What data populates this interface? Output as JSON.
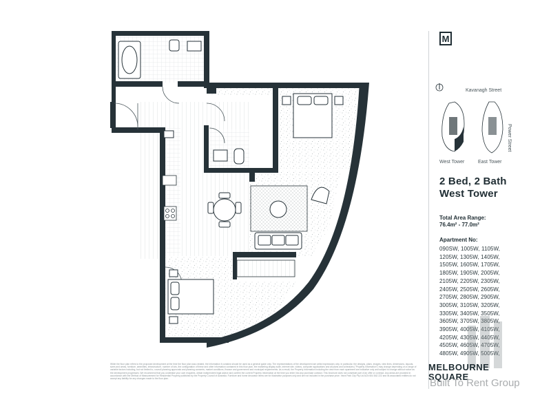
{
  "logo": {
    "letter": "M"
  },
  "key_map": {
    "street_top": "Kavanagh Street",
    "street_side": "Power Street",
    "west_tower": "West Tower",
    "east_tower": "East Tower"
  },
  "listing": {
    "title_line1": "2 Bed, 2 Bath",
    "title_line2": "West Tower",
    "area_label": "Total Area Range:",
    "area_value": "76.4m² - 77.0m²",
    "apartment_label": "Apartment No:",
    "apartments": "090SW, 1005W, 1105W, 1205W, 1305W, 1405W, 1505W, 1605W, 1705W, 1805W, 1905W, 2005W, 2105W, 2205W, 2305W, 2405W, 2505W, 2605W, 2705W, 2805W, 2905W, 3005W, 3105W, 3205W, 3305W, 3405W, 3505W, 3605W, 3705W, 3805W, 3905W, 4005W, 4105W, 4205W, 4305W, 4405W, 4505W, 4605W, 4705W, 4805W, 4905W, 5005W,"
  },
  "brand": {
    "line1": "MELBOURNE",
    "line2": "SQUARE"
  },
  "watermark": "Built To Rent Group",
  "disclaimer": "While the floor plan refers to the proposed development at the time the floor plan was created, the information it contains should be used as a general guide only. The representations of the development are artist impressions only. In particular, the designs, plans, images, view lines, dimensions, layouts, sizes and areas, furniture, amenities, infrastructure, number of lots, the configuration of these and other information contained in this floor plan, the marketing display suite, internet site, videos, computer applications and all plans and schedules (\"Property Information\") may change depending on a range of variable factors including, but not limited to, council planning approvals and planning consents, market conditions, finance and government and municipal requirements. As a result, the Property Information including the view from each apartment are indicative only and subject to change without notice as the development progresses. We recommend that you undertake your own enquiries, obtain independent legal advice and confirm the current Property Information at the time you enter into any purchase contract. This brochure does not constitute part of an offer or contract. Any areas are provided in accordance with the Method of Measurement for Residential Property published by the Property Council of Australia. Furniture and home decorator items are for illustrative purposes only and are not included in the purchase price. Yarra Park City Pty Ltd ACN 604 842 222 and its associated entities do not accept any liability for any changes made to the floor plan."
}
